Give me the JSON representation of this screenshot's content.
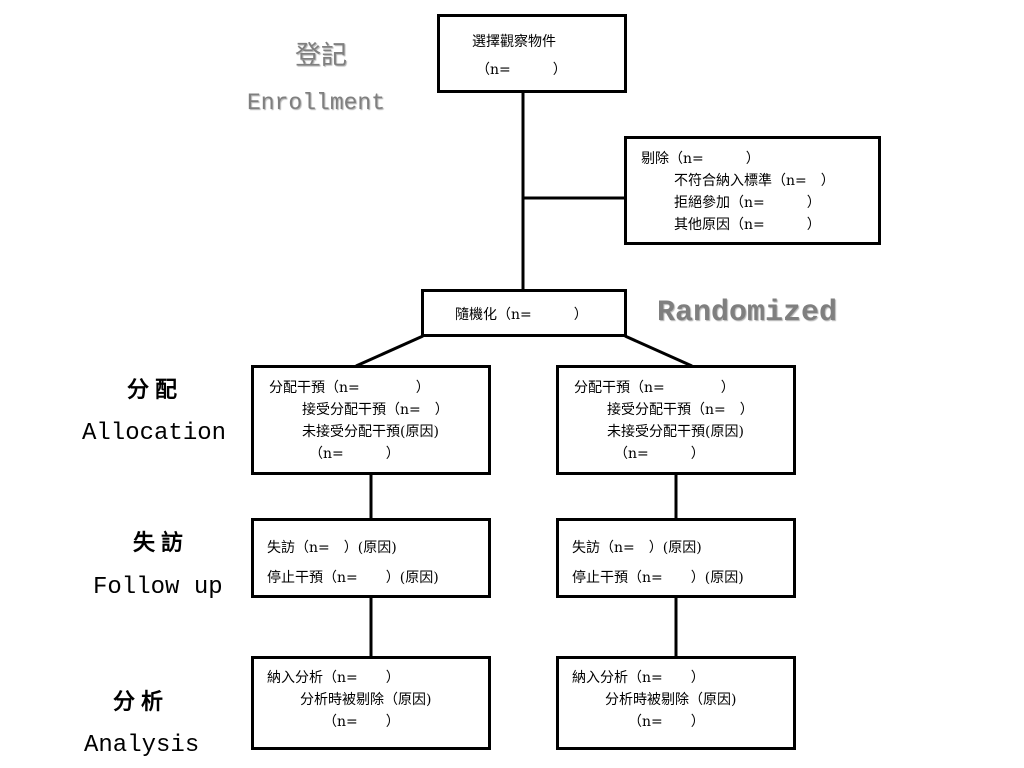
{
  "colors": {
    "line": "#000000",
    "box_border": "#000000",
    "grey_label": "#7f7f7f"
  },
  "stages": {
    "enrollment": {
      "cn": "登記",
      "en": "Enrollment"
    },
    "randomized": {
      "en": "Randomized"
    },
    "allocation": {
      "cn": "分配",
      "en": "Allocation"
    },
    "followup": {
      "cn": "失訪",
      "en": "Follow up"
    },
    "analysis": {
      "cn": "分析",
      "en": "Analysis"
    }
  },
  "boxes": {
    "assessed": {
      "line1": "選擇觀察物件",
      "line2": "（n=　　　）"
    },
    "excluded": {
      "line1": "剔除（n=　　　）",
      "line2": "不符合納入標準（n=　）",
      "line3": "拒絕參加（n=　　　）",
      "line4": "其他原因（n=　　　）"
    },
    "randomized": {
      "line1": "隨機化（n=　　　）"
    },
    "allocation_left": {
      "line1": "分配干預（n=　　　　）",
      "line2": "接受分配干預（n=　）",
      "line3": "未接受分配干預(原因)",
      "line4": "（n=　　　）"
    },
    "allocation_right": {
      "line1": "分配干預（n=　　　　）",
      "line2": "接受分配干預（n=　）",
      "line3": "未接受分配干預(原因)",
      "line4": "（n=　　　）"
    },
    "followup_left": {
      "line1": "失訪（n=　）(原因)",
      "line2": "停止干預（n=　　）(原因)"
    },
    "followup_right": {
      "line1": "失訪（n=　）(原因)",
      "line2": "停止干預（n=　　）(原因)"
    },
    "analysis_left": {
      "line1": "納入分析（n=　　）",
      "line2": "分析時被剔除（原因)",
      "line3": "（n=　　）"
    },
    "analysis_right": {
      "line1": "納入分析（n=　　）",
      "line2": "分析時被剔除（原因)",
      "line3": "（n=　　）"
    }
  }
}
